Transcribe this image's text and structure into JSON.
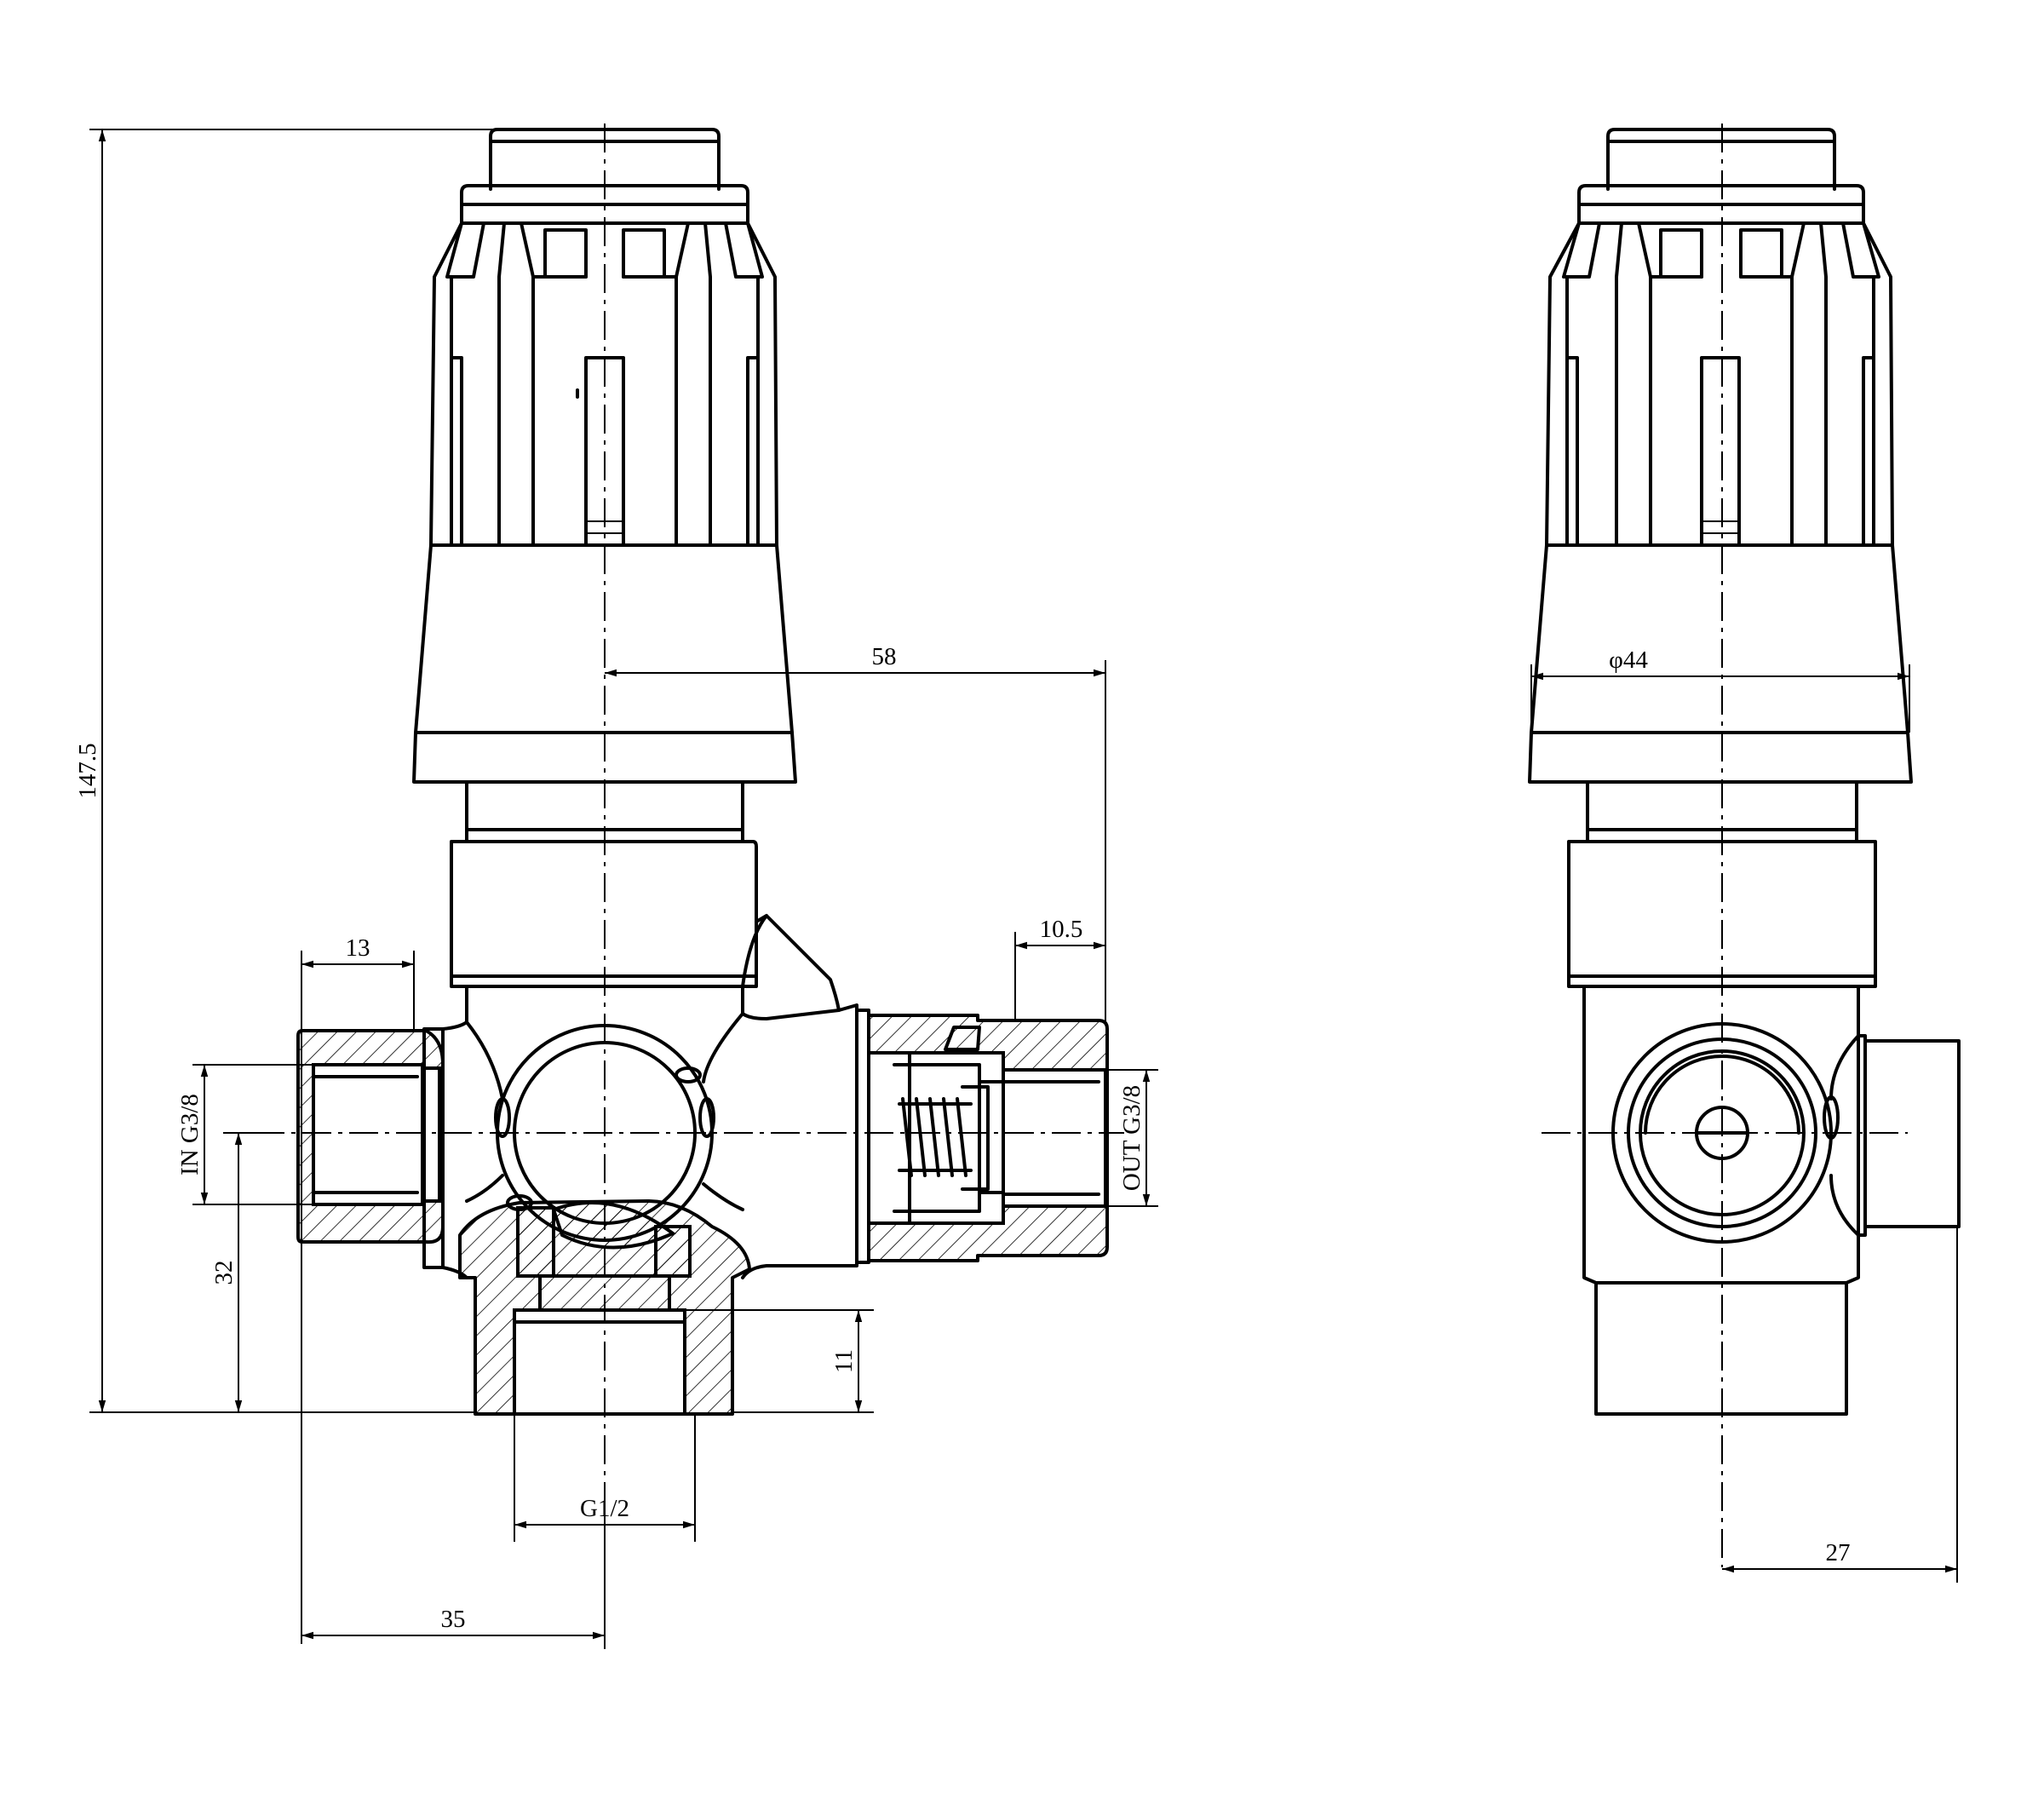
{
  "dimensions": {
    "overall_height": "147.5",
    "outlet_offset": "58",
    "inlet_depth": "13",
    "outlet_depth": "10.5",
    "inlet_thread": "IN G3/8",
    "outlet_thread": "OUT G3/8",
    "inlet_height": "32",
    "bypass_depth": "11",
    "bypass_thread": "G1/2",
    "inlet_offset": "35",
    "knob_diameter": "φ44",
    "side_offset": "27"
  }
}
